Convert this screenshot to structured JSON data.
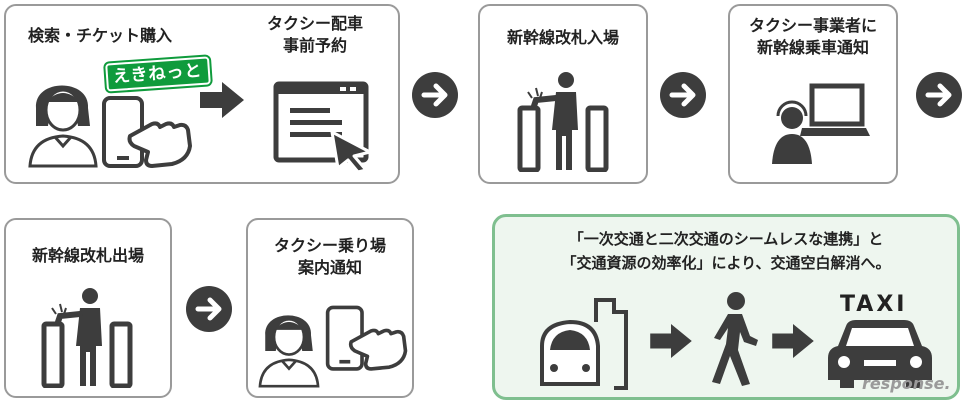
{
  "step1": {
    "line1": "検索・チケット購入",
    "logo": "えきねっと"
  },
  "step1b": {
    "line1": "タクシー配車",
    "line2": "事前予約"
  },
  "step2": {
    "line1": "新幹線改札入場"
  },
  "step3": {
    "line1": "タクシー事業者に",
    "line2": "新幹線乗車通知"
  },
  "step4": {
    "line1": "新幹線改札出場"
  },
  "step5": {
    "line1": "タクシー乗り場",
    "line2": "案内通知"
  },
  "summary": {
    "line1": "「一次交通と二次交通のシームレスな連携」と",
    "line2": "「交通資源の効率化」により、交通空白解消へ。",
    "taxi_sign": "TAXI"
  },
  "watermark": "response.",
  "colors": {
    "arrow": "#3d3d3d",
    "icon": "#3d3d3d",
    "green_border": "#7fbf8f",
    "green_fill": "#eef6ef",
    "logo": "#0f9b3c"
  }
}
